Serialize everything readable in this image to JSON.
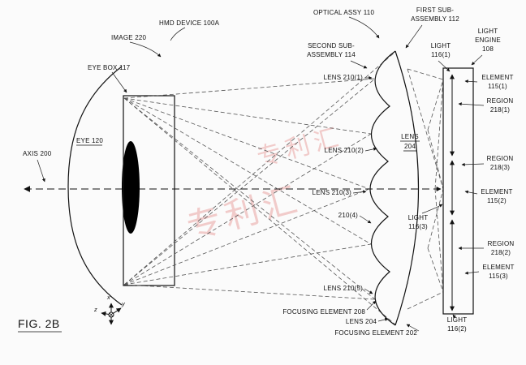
{
  "watermark": "专利汇",
  "watermark_color": "#d9534f",
  "labels": {
    "hmd_device": "HMD DEVICE 100A",
    "image": "IMAGE 220",
    "eye_box": "EYE BOX 117",
    "eye": "EYE 120",
    "axis": "AXIS 200",
    "optical_assy": "OPTICAL ASSY 110",
    "first_sub_line1": "FIRST SUB-",
    "first_sub_line2": "ASSEMBLY 112",
    "second_sub_line1": "SECOND SUB-",
    "second_sub_line2": "ASSEMBLY 114",
    "light1_line1": "LIGHT",
    "light1_line2": "116(1)",
    "light_engine_line1": "LIGHT",
    "light_engine_line2": "ENGINE",
    "light_engine_line3": "108",
    "lens210_1": "LENS 210(1)",
    "element1_line1": "ELEMENT",
    "element1_line2": "115(1)",
    "region1_line1": "REGION",
    "region1_line2": "218(1)",
    "lens204_line1": "LENS",
    "lens204_line2": "204",
    "lens210_2": "LENS 210(2)",
    "region3_line1": "REGION",
    "region3_line2": "218(3)",
    "lens210_3": "LENS 210(3)",
    "element2_line1": "ELEMENT",
    "element2_line2": "115(2)",
    "lens210_4": "210(4)",
    "light3_line1": "LIGHT",
    "light3_line2": "116(3)",
    "region2_line1": "REGION",
    "region2_line2": "218(2)",
    "element3_line1": "ELEMENT",
    "element3_line2": "115(3)",
    "lens210_5": "LENS 210(5)",
    "focusing208": "FOCUSING ELEMENT 208",
    "lens204_bottom": "LENS 204",
    "focusing202": "FOCUSING ELEMENT 202",
    "light2_line1": "LIGHT",
    "light2_line2": "116(2)",
    "fig": "FIG. 2B",
    "axis_x": "x",
    "axis_y": "y",
    "axis_z": "z"
  }
}
